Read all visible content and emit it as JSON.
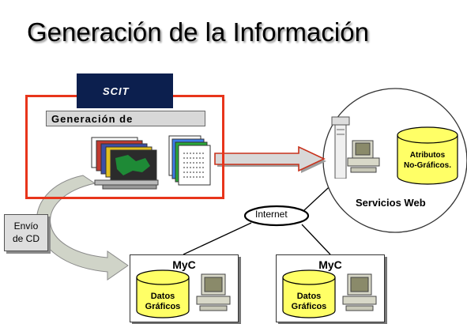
{
  "title": "Generación de la Información",
  "logo_text": "SCIT",
  "generation": {
    "label": "Generación de"
  },
  "shipment": {
    "line1": "Envío",
    "line2": "de CD"
  },
  "internet": {
    "label": "Internet"
  },
  "web_services": {
    "label": "Servicios Web",
    "db_line1": "Atributos",
    "db_line2": "No-Gráficos."
  },
  "clients": [
    {
      "title": "MyC",
      "db_line1": "Datos",
      "db_line2": "Gráficos"
    },
    {
      "title": "MyC",
      "db_line1": "Datos",
      "db_line2": "Gráficos"
    }
  ],
  "colors": {
    "frame_red": "#e8351b",
    "cylinder_yellow": "#ffff66",
    "arrow_gray": "#a8a8a8",
    "logo_navy": "#0c1f4e",
    "logo_red": "#d32020"
  }
}
